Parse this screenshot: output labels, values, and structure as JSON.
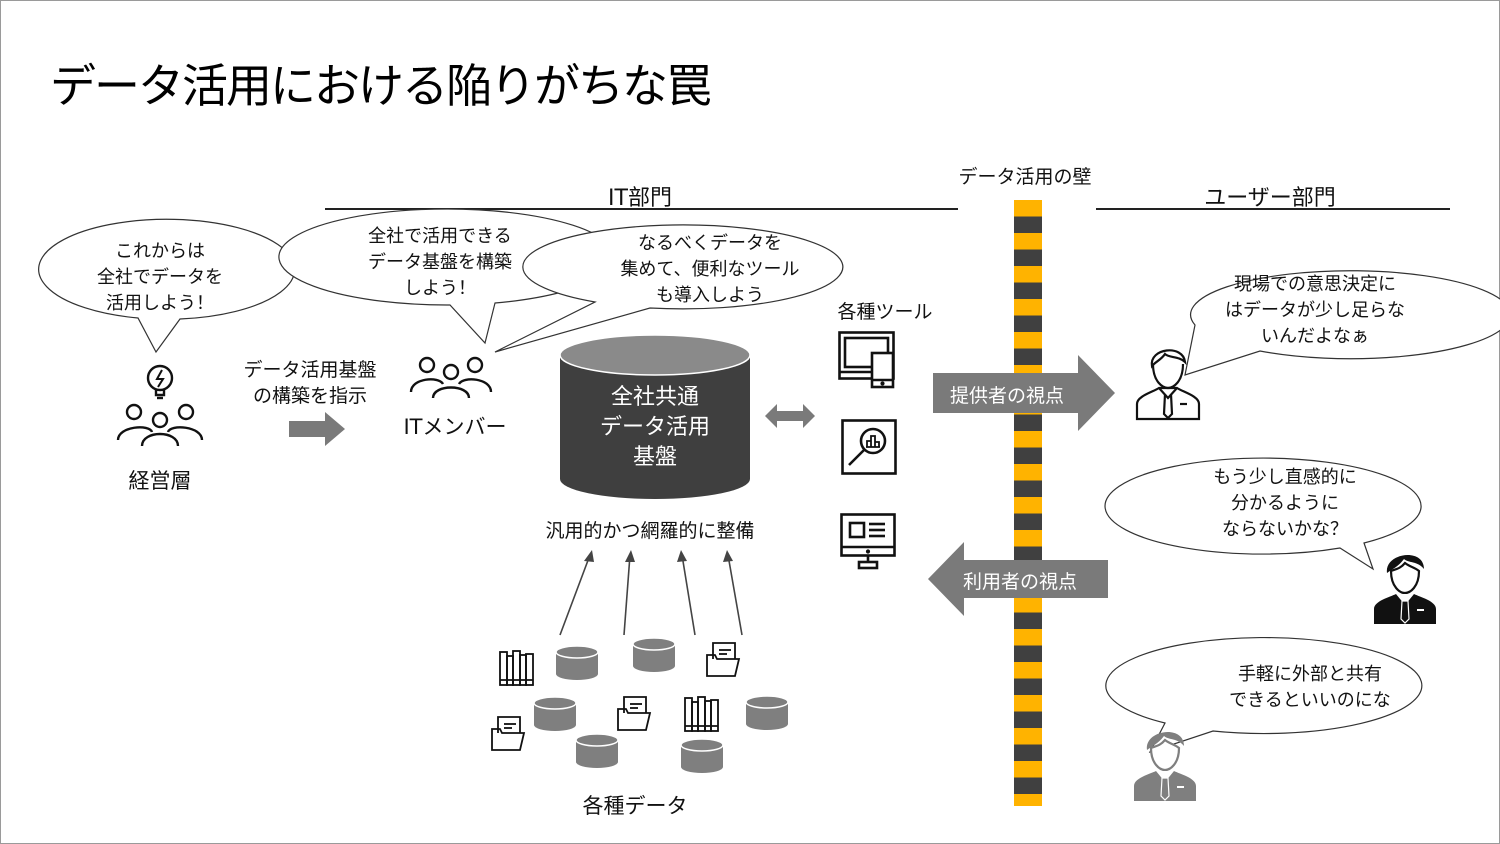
{
  "title": "データ活用における陥りがちな罠",
  "sections": {
    "it_department": "IT部門",
    "user_department": "ユーザー部門",
    "wall_label": "データ活用の壁"
  },
  "executives": {
    "label": "経営層",
    "speech": [
      "これからは",
      "全社でデータを",
      "活用しよう！"
    ],
    "icon": "lightbulb-team-icon"
  },
  "instruction_arrow": {
    "label": [
      "データ活用基盤",
      "の構築を指示"
    ]
  },
  "it_members": {
    "label": "ITメンバー",
    "speech_1": [
      "全社で活用できる",
      "データ基盤を構築",
      "しよう！"
    ],
    "speech_2": [
      "なるべくデータを",
      "集めて、便利なツール",
      "も導入しよう"
    ],
    "icon": "team-icon"
  },
  "platform": {
    "label": [
      "全社共通",
      "データ活用",
      "基盤"
    ],
    "caption": "汎用的かつ網羅的に整備"
  },
  "data_sources": {
    "label": "各種データ",
    "items": [
      "books-icon",
      "database-icon",
      "database-icon",
      "folder-document-icon",
      "folder-document-icon",
      "database-icon",
      "folder-document-icon",
      "books-icon",
      "database-icon",
      "database-icon",
      "database-icon"
    ]
  },
  "tools": {
    "label": "各種ツール",
    "items": [
      "devices-icon",
      "analytics-search-icon",
      "dashboard-monitor-icon"
    ]
  },
  "perspectives": {
    "provider": "提供者の視点",
    "user": "利用者の視点"
  },
  "users": [
    {
      "speech": [
        "現場での意思決定に",
        "はデータが少し足らな",
        "いんだよなぁ"
      ],
      "style": "outline"
    },
    {
      "speech": [
        "もう少し直感的に",
        "分かるように",
        "ならないかな？"
      ],
      "style": "black"
    },
    {
      "speech": [
        "手軽に外部と共有",
        "できるといいのにな"
      ],
      "style": "gray"
    }
  ],
  "colors": {
    "wall_yellow": "#FFB300",
    "wall_dark": "#404040",
    "arrow_gray": "#7a7a7a",
    "cylinder_dark": "#3f3f3f",
    "cylinder_top": "#8a8a8a",
    "db_gray": "#7f7f7f"
  }
}
